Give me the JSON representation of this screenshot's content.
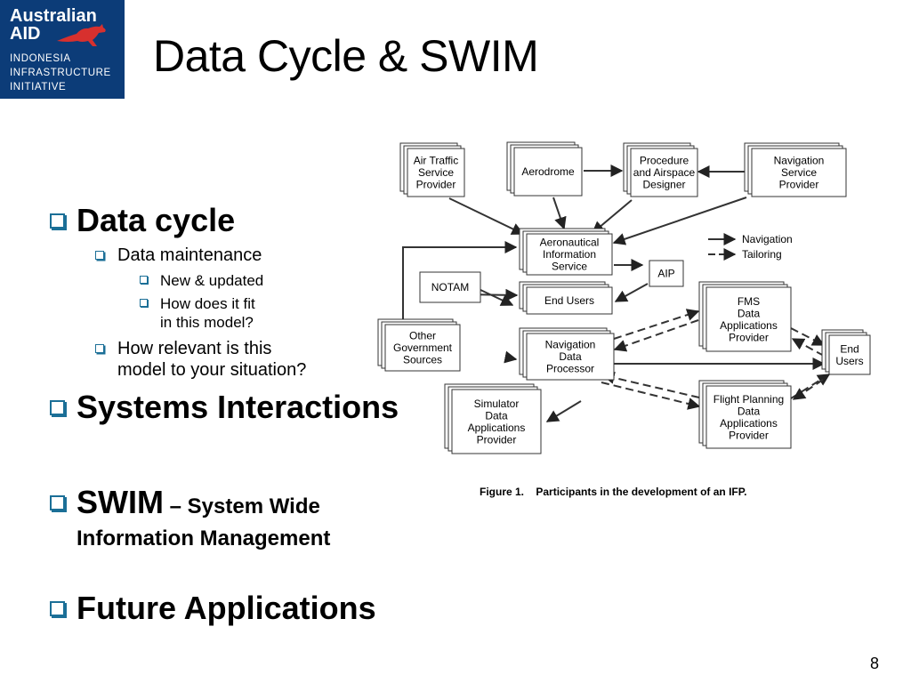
{
  "logo": {
    "brand_line1": "Australian",
    "brand_line2": "AID",
    "sub_line1": "INDONESIA",
    "sub_line2": "INFRASTRUCTURE",
    "sub_line3": "INITIATIVE",
    "colors": {
      "background": "#0c3c78",
      "kangaroo": "#d7302e"
    }
  },
  "title": "Data Cycle & SWIM",
  "bullets": {
    "data_cycle": "Data cycle",
    "data_maintenance": "Data maintenance",
    "new_updated": "New & updated",
    "fit_line1": "How does it fit",
    "fit_line2": "in this model?",
    "relevant_line1": "How relevant is this",
    "relevant_line2": "model to your situation?",
    "systems": "Systems Interactions",
    "swim": "SWIM",
    "swim_dash": " – System Wide",
    "swim_line2": "Information Management",
    "future": "Future Applications",
    "bullet_color": "#1b6f97"
  },
  "diagram": {
    "nodes": {
      "atsp": [
        "Air Traffic",
        "Service",
        "Provider"
      ],
      "aerodrome": [
        "Aerodrome"
      ],
      "procedure": [
        "Procedure",
        "and Airspace",
        "Designer"
      ],
      "nsp": [
        "Navigation",
        "Service",
        "Provider"
      ],
      "ais": [
        "Aeronautical",
        "Information",
        "Service"
      ],
      "notam": [
        "NOTAM"
      ],
      "aip": [
        "AIP"
      ],
      "endusers": [
        "End Users"
      ],
      "fms": [
        "FMS",
        "Data",
        "Applications",
        "Provider"
      ],
      "other": [
        "Other",
        "Government",
        "Sources"
      ],
      "navproc": [
        "Navigation",
        "Data",
        "Processor"
      ],
      "endusers2": [
        "End",
        "Users"
      ],
      "simulator": [
        "Simulator",
        "Data",
        "Applications",
        "Provider"
      ],
      "flightplan": [
        "Flight Planning",
        "Data",
        "Applications",
        "Provider"
      ]
    },
    "legend": {
      "navigation": "Navigation",
      "tailoring": "Tailoring"
    }
  },
  "caption": {
    "label": "Figure 1.",
    "text": "Participants in the development of an IFP."
  },
  "page_number": "8"
}
